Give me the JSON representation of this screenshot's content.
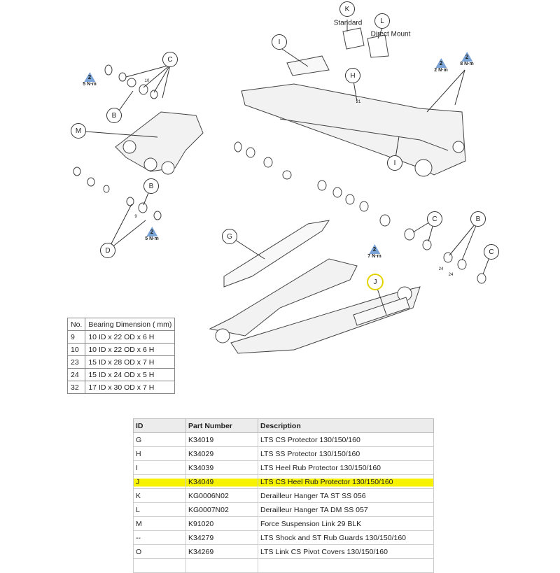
{
  "diagram": {
    "callouts": {
      "K": "K",
      "L": "L",
      "I1": "I",
      "H": "H",
      "C1": "C",
      "B1": "B",
      "M": "M",
      "B2": "B",
      "D": "D",
      "I2": "I",
      "G": "G",
      "J": "J",
      "C2": "C",
      "B3": "B",
      "C3": "C"
    },
    "captions": {
      "standard": "Standard",
      "direct_mount": "Direct Mount"
    },
    "torques": [
      {
        "num": "2",
        "value": "5 N·m"
      },
      {
        "num": "2",
        "value": "5 N·m"
      },
      {
        "num": "2",
        "value": "2 N·m"
      },
      {
        "num": "2",
        "value": "8 N·m"
      },
      {
        "num": "2",
        "value": "7 N·m"
      }
    ],
    "bearing_marks": {
      "b10": "10",
      "b9": "9",
      "b21": "21",
      "b24a": "24",
      "b24b": "24"
    }
  },
  "bearing_table": {
    "headers": [
      "No.",
      "Bearing Dimension ( mm)"
    ],
    "rows": [
      [
        "9",
        "10 ID x 22 OD x 6 H"
      ],
      [
        "10",
        "10 ID x 22 OD x 6 H"
      ],
      [
        "23",
        "15 ID x 28 OD x 7 H"
      ],
      [
        "24",
        "15 ID x 24 OD x 5 H"
      ],
      [
        "32",
        "17 ID x 30 OD x 7 H"
      ]
    ]
  },
  "parts_table": {
    "headers": [
      "ID",
      "Part Number",
      "Description"
    ],
    "rows": [
      [
        "G",
        "K34019",
        "LTS CS Protector 130/150/160"
      ],
      [
        "H",
        "K34029",
        "LTS SS Protector 130/150/160"
      ],
      [
        "I",
        "K34039",
        "LTS Heel Rub Protector 130/150/160"
      ],
      [
        "J",
        "K34049",
        "LTS CS Heel Rub Protector 130/150/160"
      ],
      [
        "K",
        "KG0006N02",
        "Derailleur Hanger TA ST SS 056"
      ],
      [
        "L",
        "KG0007N02",
        "Derailleur Hanger TA DM SS 057"
      ],
      [
        "M",
        "K91020",
        "Force Suspension Link 29 BLK"
      ],
      [
        "--",
        "K34279",
        "LTS Shock and ST Rub Guards 130/150/160"
      ],
      [
        "O",
        "K34269",
        "LTS Link CS Pivot Covers 130/150/160"
      ],
      [
        "",
        "",
        ""
      ]
    ],
    "highlight_color": "#f7f300"
  }
}
